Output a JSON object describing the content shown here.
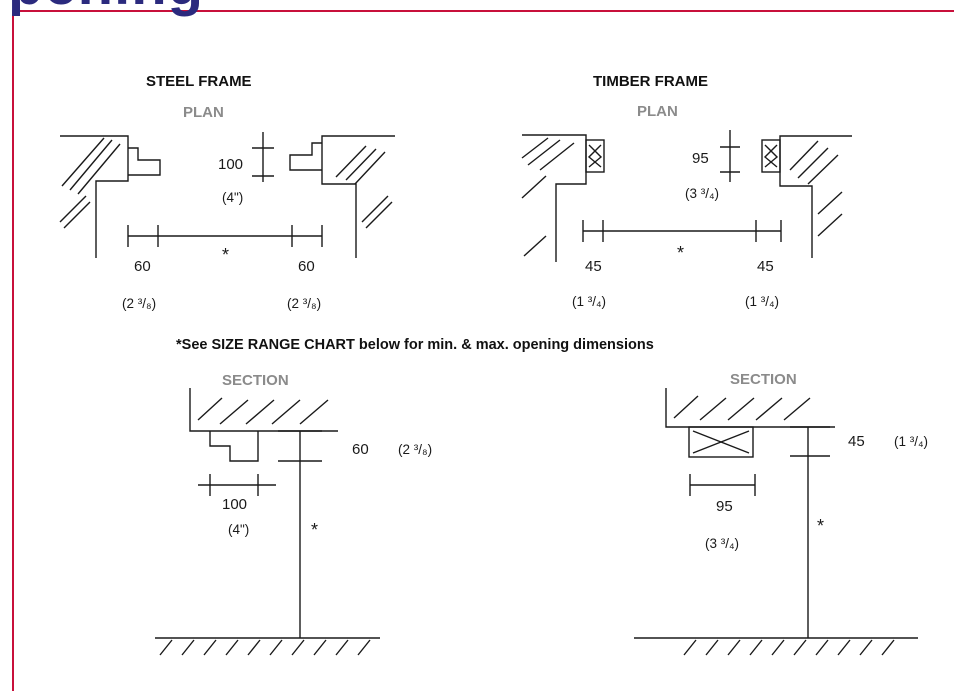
{
  "page_heading_partial": "pening",
  "steel": {
    "title": "STEEL FRAME",
    "plan_label": "PLAN",
    "section_label": "SECTION",
    "plan_depth_mm": "100",
    "plan_depth_in": "(4\")",
    "plan_width_left_mm": "60",
    "plan_width_right_mm": "60",
    "plan_width_left_in": "(2 ³/₈)",
    "plan_width_right_in": "(2 ³/₈)",
    "plan_star": "*",
    "section_height_mm": "60",
    "section_height_in": "(2 ³/₈)",
    "section_depth_mm": "100",
    "section_depth_in": "(4\")",
    "section_star": "*"
  },
  "timber": {
    "title": "TIMBER FRAME",
    "plan_label": "PLAN",
    "section_label": "SECTION",
    "plan_depth_mm": "95",
    "plan_depth_in": "(3 ³/₄)",
    "plan_width_left_mm": "45",
    "plan_width_right_mm": "45",
    "plan_width_left_in": "(1 ³/₄)",
    "plan_width_right_in": "(1 ³/₄)",
    "plan_star": "*",
    "section_height_mm": "45",
    "section_height_in": "(1 ³/₄)",
    "section_depth_mm": "95",
    "section_depth_in": "(3 ³/₄)",
    "section_star": "*"
  },
  "note": "*See SIZE RANGE CHART below for min. & max. opening dimensions",
  "colors": {
    "border": "#c8103b",
    "heading": "#2b2a7e"
  }
}
